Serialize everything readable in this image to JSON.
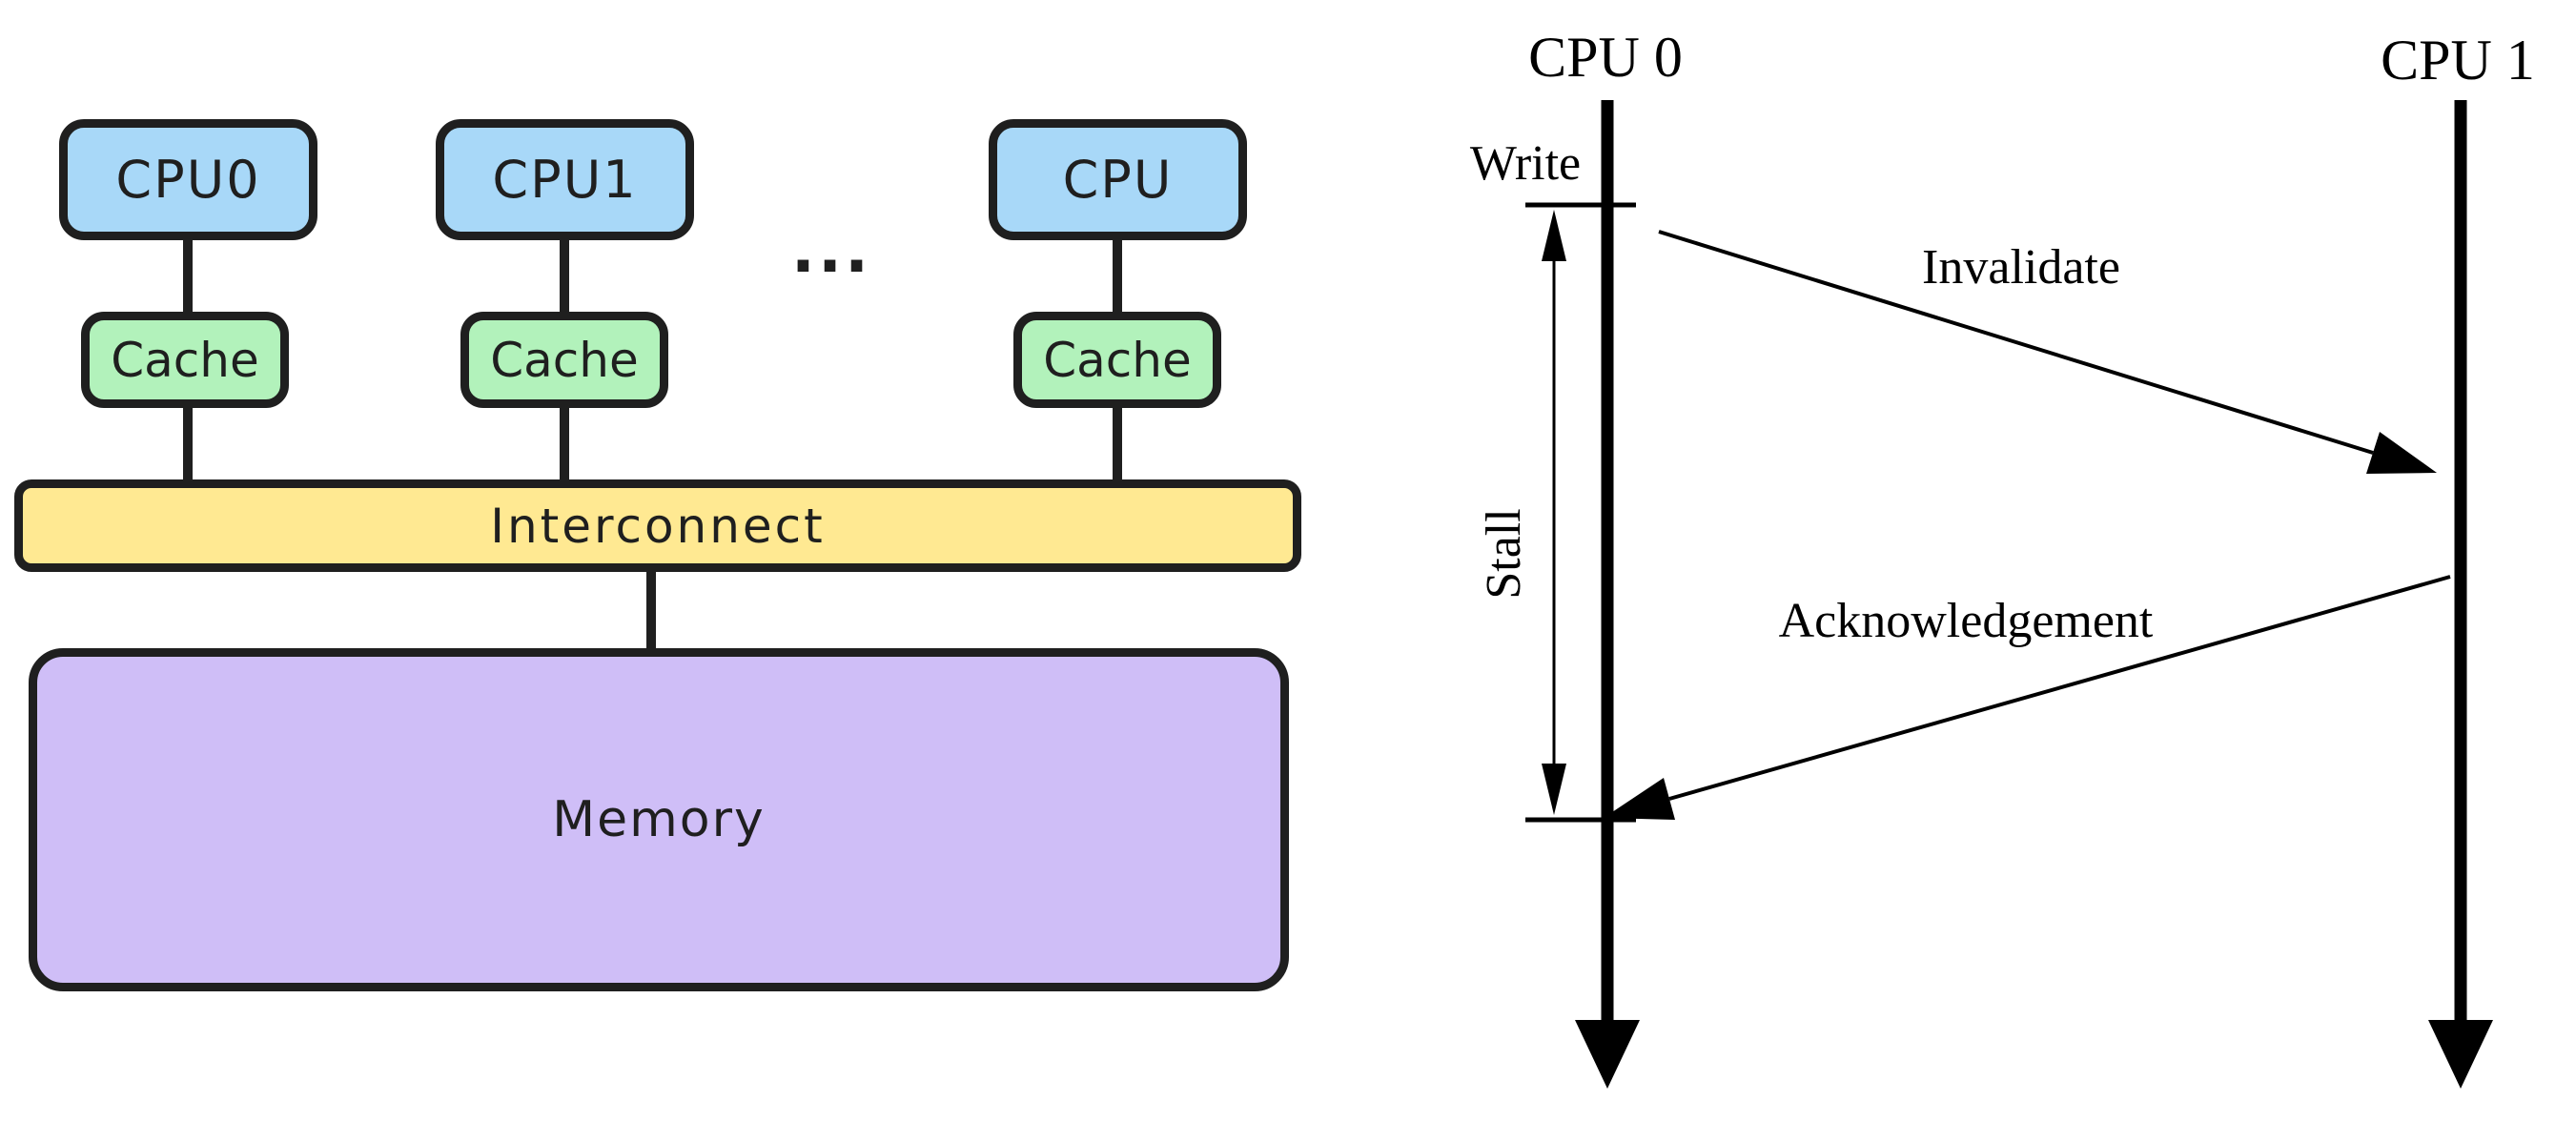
{
  "left_diagram": {
    "cpus": [
      {
        "label": "CPU0"
      },
      {
        "label": "CPU1"
      },
      {
        "label": "CPU"
      }
    ],
    "caches": [
      {
        "label": "Cache"
      },
      {
        "label": "Cache"
      },
      {
        "label": "Cache"
      }
    ],
    "ellipsis": "...",
    "interconnect_label": "Interconnect",
    "memory_label": "Memory",
    "colors": {
      "cpu_fill": "#a8d8f8",
      "cache_fill": "#b2f2bb",
      "interconnect_fill": "#ffe992",
      "memory_fill": "#cfbef7",
      "stroke": "#1f1f1f"
    }
  },
  "right_diagram": {
    "lifelines": [
      {
        "label": "CPU 0"
      },
      {
        "label": "CPU 1"
      }
    ],
    "event_label": "Write",
    "stall_label": "Stall",
    "messages": [
      {
        "label": "Invalidate"
      },
      {
        "label": "Acknowledgement"
      }
    ],
    "line_color": "#000000"
  }
}
